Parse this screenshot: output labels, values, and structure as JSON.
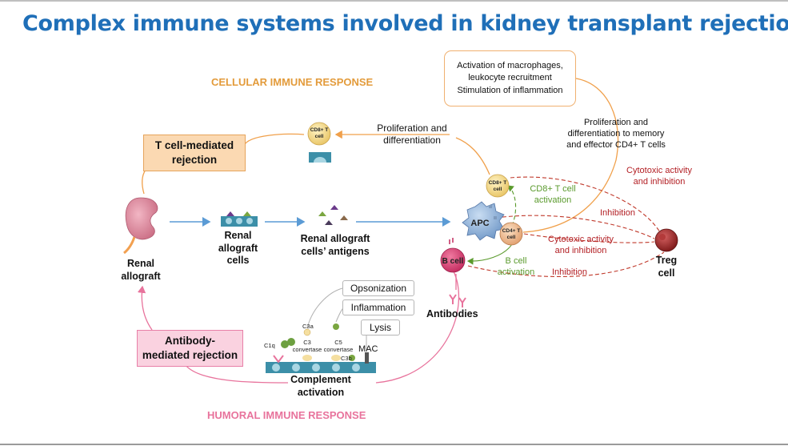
{
  "title": "Complex immune systems involved in kidney transplant rejection",
  "sections": {
    "cellular": "CELLULAR IMMUNE RESPONSE",
    "humoral": "HUMORAL IMMUNE RESPONSE"
  },
  "boxes": {
    "tcell_rejection": "T cell-mediated rejection",
    "antibody_rejection": "Antibody-mediated rejection",
    "macrophage_activation": "Activation of macrophages, leukocyte recruitment Stimulation of inflammation"
  },
  "flow": {
    "renal_allograft": "Renal allograft",
    "allograft_cells": "Renal allograft cells",
    "allograft_antigens": "Renal allograft cells’ antigens",
    "antibodies": "Antibodies",
    "complement_activation": "Complement activation"
  },
  "cells": {
    "cd8": "CD8+ T cell",
    "cd4": "CD4+ T cell",
    "apc": "APC",
    "bcell": "B cell",
    "treg": "Treg cell"
  },
  "edges": {
    "prolif_diff": "Proliferation and differentiation",
    "prolif_memory": "Proliferation and differentiation to memory and effector CD4+ T cells",
    "cytotoxic_top": "Cytotoxic activity and inhibition",
    "cd8_activation": "CD8+ T cell activation",
    "inhibition_mid": "Inhibition",
    "cytotoxic_mid": "Cytotoxic activity and inhibition",
    "bcell_activation": "B cell activation",
    "inhibition_bottom": "Inhibition"
  },
  "complement": {
    "opsonization": "Opsonization",
    "inflammation": "Inflammation",
    "lysis": "Lysis",
    "mac": "MAC",
    "c1q": "C1q",
    "c3a": "C3a",
    "c3_convertase": "C3 convertase",
    "c5_convertase": "C5 convertase",
    "c3b": "C3b"
  },
  "colors": {
    "title": "#1f6fb8",
    "cellular": "#e39b3b",
    "humoral": "#e8739c",
    "inhibition": "#b32025",
    "activation": "#5a9a2c",
    "flow_arrow": "#5b9bd5"
  }
}
